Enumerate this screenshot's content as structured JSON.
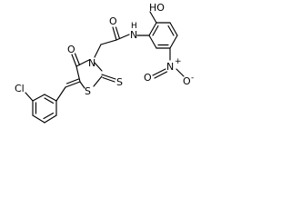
{
  "structure": {
    "atoms": {
      "chlorine": "Cl",
      "ring_sulfur": "S",
      "thioxo_sulfur": "S",
      "ring_nitrogen": "N",
      "ring_oxygen": "O",
      "amide_oxygen": "O",
      "amide_nh": "H",
      "amide_n": "N",
      "hydroxyl": "HO",
      "nitro_n": "N",
      "nitro_plus": "+",
      "nitro_o_double": "O",
      "nitro_o_single": "O",
      "nitro_minus": "-"
    }
  }
}
